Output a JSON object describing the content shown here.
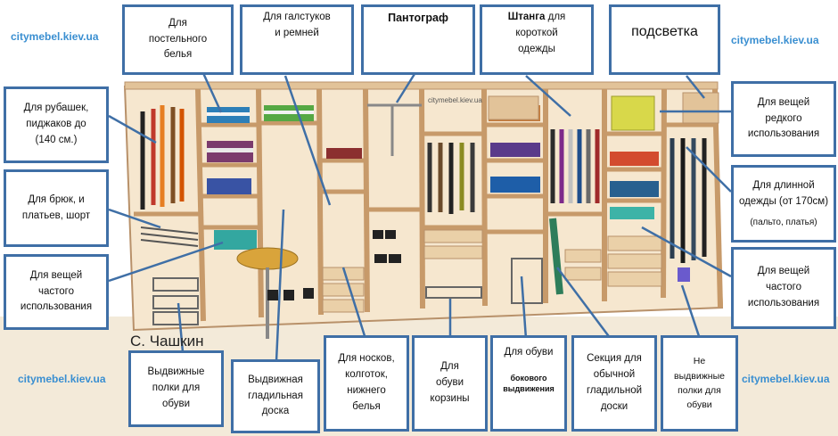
{
  "watermarks": [
    "citymebel.kiev.ua",
    "citymebel.kiev.ua",
    "citymebel.kiev.ua",
    "citymebel.kiev.ua",
    "citymebel.kiev.ua"
  ],
  "signature": "С. Чашкин",
  "labels": {
    "bedding": "Для\nпостельного\nбелья",
    "ties": "Для галстуков\nи ремней",
    "pantograph": "Пантограф",
    "rod_bold": "Штанга",
    "rod_rest": " для\nкороткой\nодежды",
    "lighting": "подсветка",
    "shirts": "Для рубашек,\nпиджаков до\n(140 см.)",
    "trousers": "Для брюк, и\nплатьев, шорт",
    "frequent_left": "Для  вещей\nчастого\nиспользования",
    "rare": "Для  вещей\nредкого\nиспользования",
    "long_clothes": "Для  длинной\nодежды (от 170см)",
    "long_clothes_sub": "(пальто, платья)",
    "frequent_right": "Для вещей\nчастого\nиспользования",
    "shoe_shelves": "Выдвижные\nполки для\nобуви",
    "ironing_board": "Выдвижная\nгладильная\nдоска",
    "socks": "Для носков,\nколготок,\nнижнего\nбелья",
    "shoe_baskets": "Для\nобуви\nкорзины",
    "side_shoes": "Для обуви",
    "side_shoes_sub": "бокового\nвыдвижения",
    "ironing_section": "Секция для\nобычной\nгладильной\nдоски",
    "fixed_shoe": "Не\nвыдвижные\nполки для\nобуви"
  },
  "cabinet_watermark": "citymebel.kiev.ua",
  "colors": {
    "border": "#3f6fa6",
    "wood": "#e8c9a0",
    "watermark": "#3a8fd1",
    "line": "#3f6fa6"
  }
}
